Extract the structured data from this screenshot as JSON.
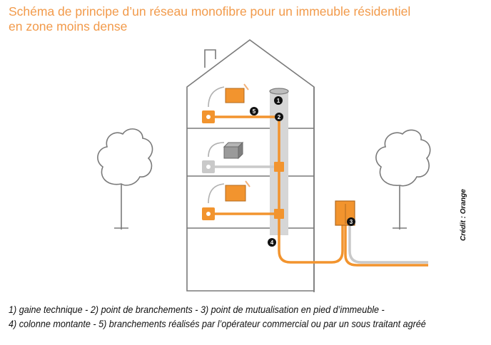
{
  "title": {
    "line1": "Schéma de principe d’un réseau monofibre pour un immeuble résidentiel",
    "line2": "en zone moins dense"
  },
  "markers": [
    "1",
    "2",
    "3",
    "4",
    "5"
  ],
  "credit": "Crédit : Orange",
  "caption": {
    "line1": "1) gaine technique - 2) point de branchements - 3) point de mutualisation en pied d’immeuble -",
    "line2": "4) colonne montante - 5) branchements réalisés par l’opérateur commercial ou par un sous traitant agréé"
  },
  "colors": {
    "title": "#f29a4a",
    "fiber_orange": "#f2942e",
    "fiber_grey": "#c9c9c9",
    "outline": "#7a7a7a",
    "duct": "#d6d6d6",
    "marker": "#111111"
  }
}
